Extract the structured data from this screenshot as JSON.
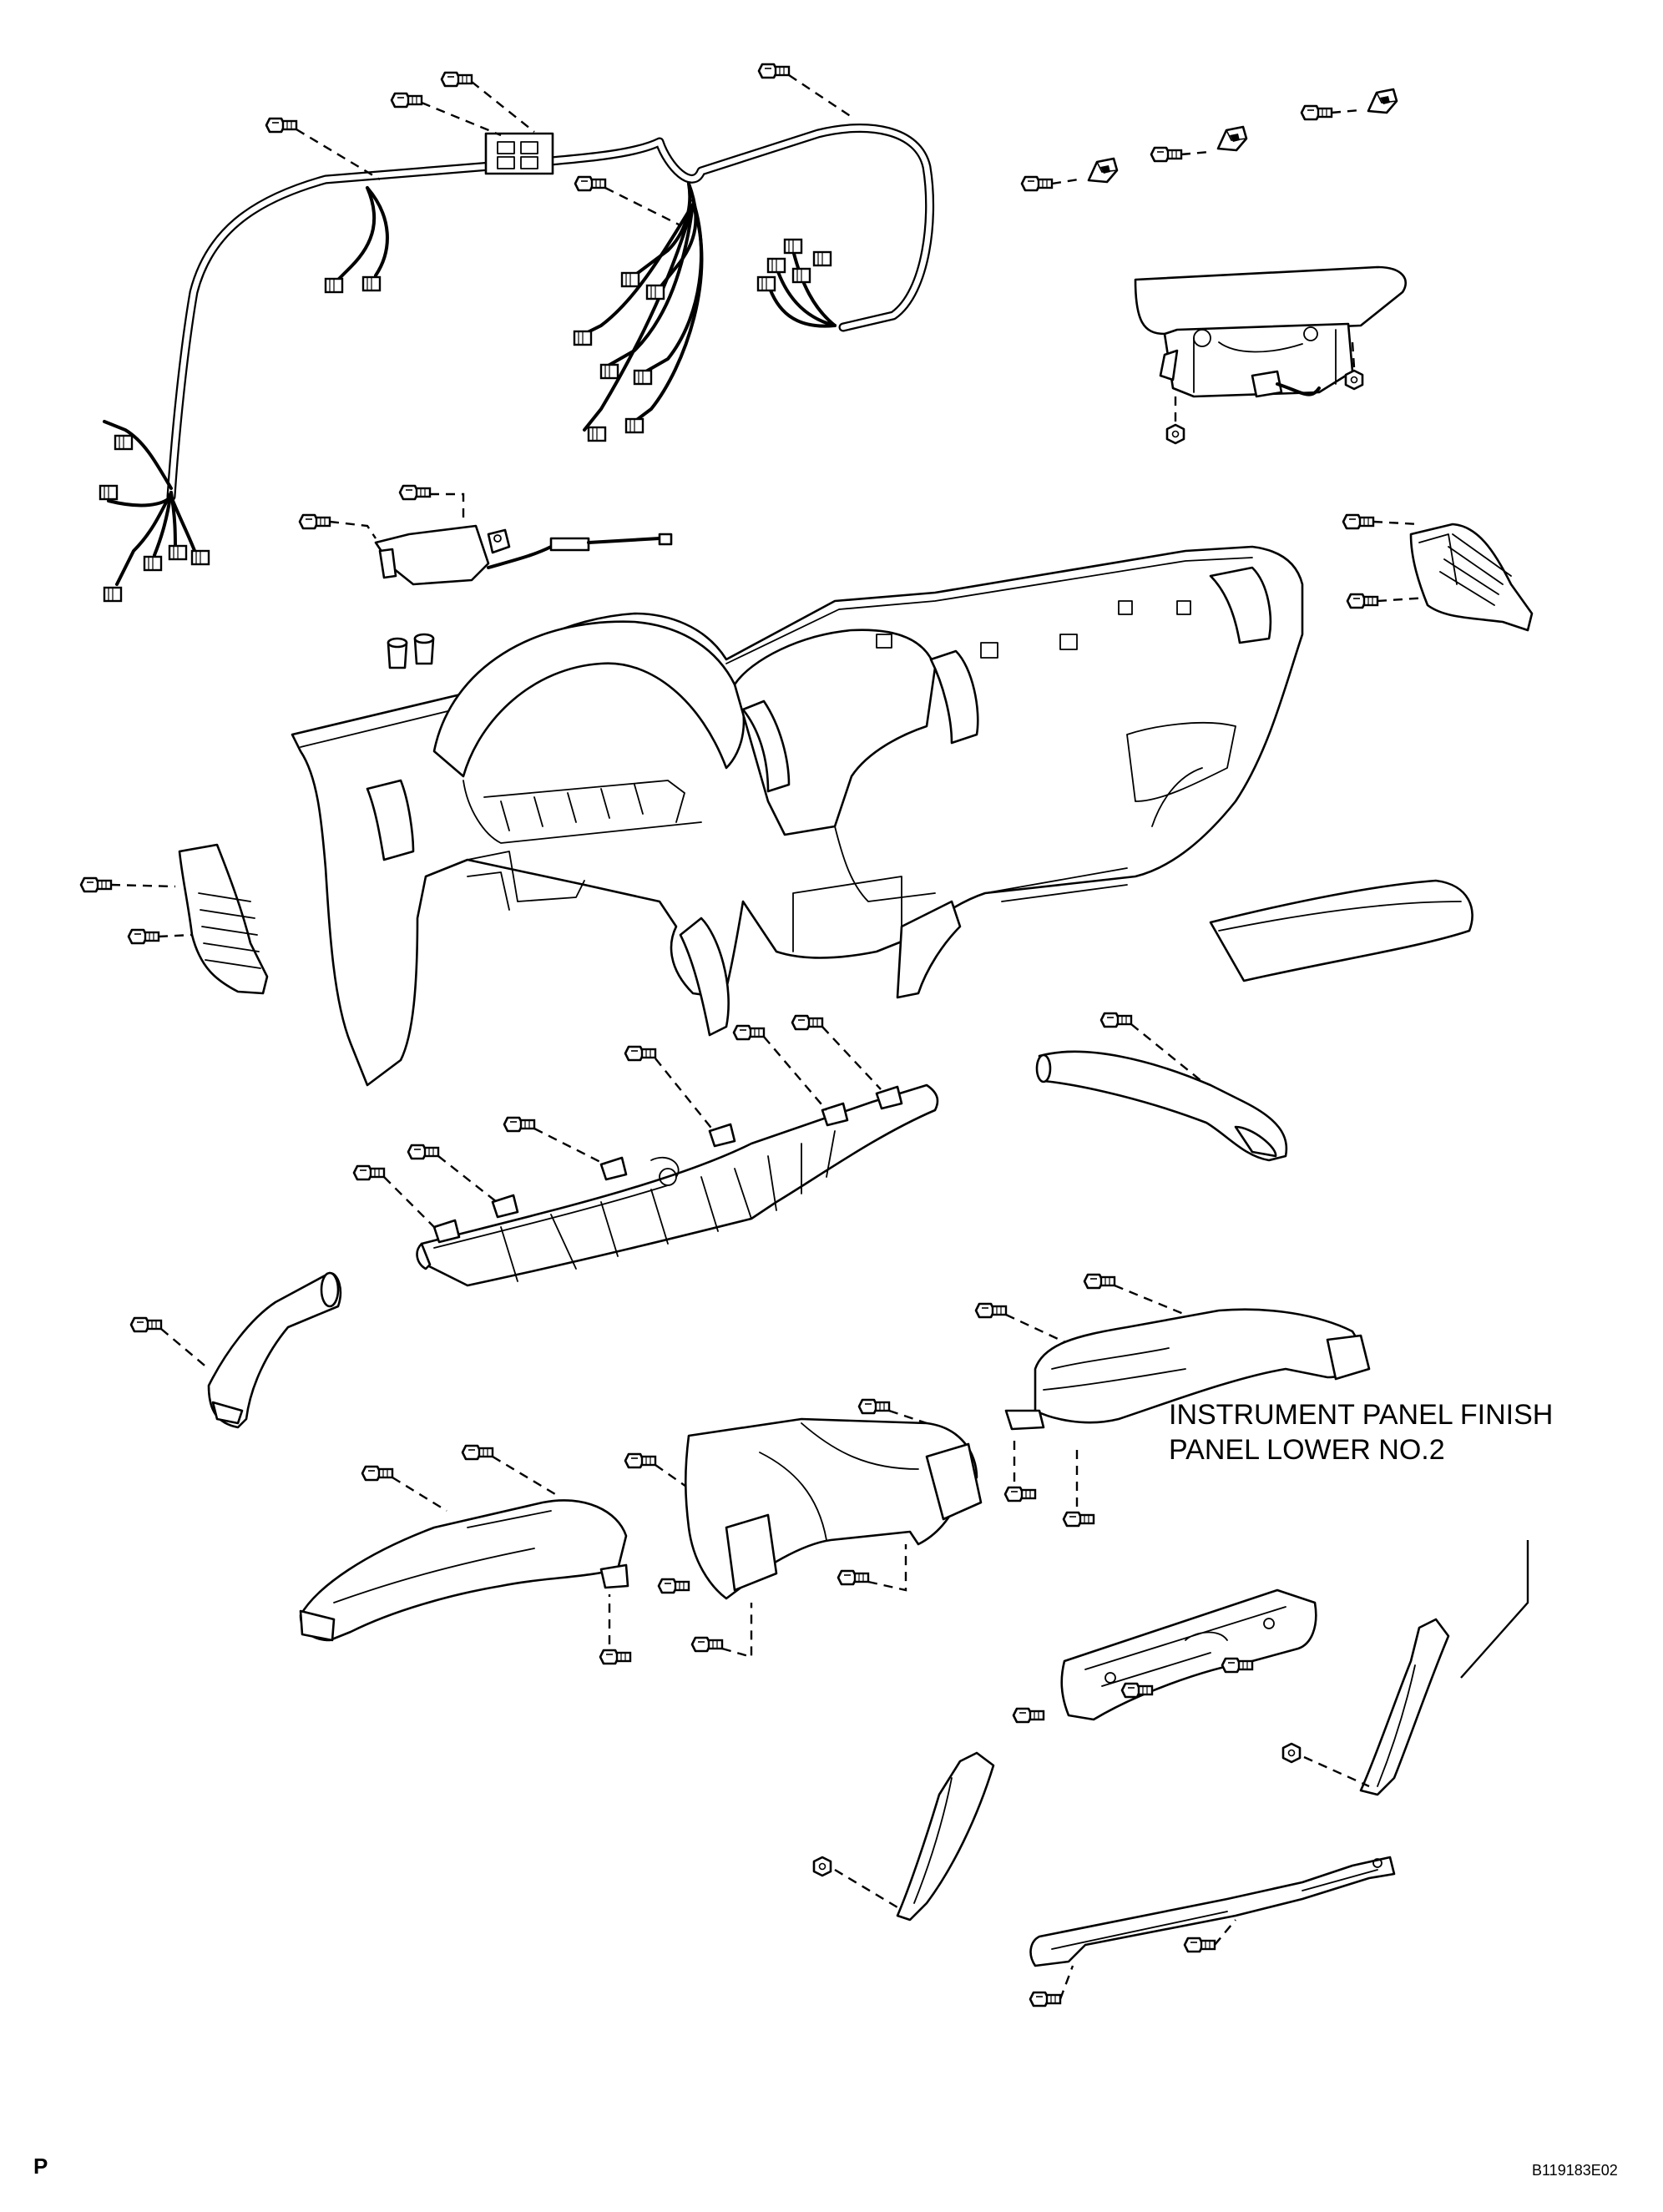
{
  "callout": {
    "line1": "INSTRUMENT PANEL FINISH",
    "line2": "PANEL LOWER NO.2"
  },
  "corner_mark": "P",
  "figure_code": "B119183E02"
}
